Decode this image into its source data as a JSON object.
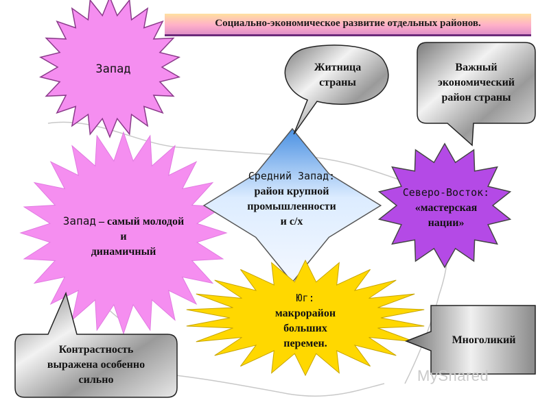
{
  "title": "Социально-экономическое развитие отдельных районов.",
  "colors": {
    "west_star": "#f58ef0",
    "midwest_star": "#9cc0f0",
    "northeast_star": "#b44ae6",
    "south_star": "#ffd800",
    "callout_grey": "#bdbdbd"
  },
  "nodes": {
    "west_title": "Запад",
    "west_desc_name": "Запад",
    "west_desc_line1": "– самый молодой",
    "west_desc_line2": "и",
    "west_desc_line3": "динамичный",
    "midwest_name": "Средний Запад:",
    "midwest_line1": "район крупной",
    "midwest_line2": "промышленности",
    "midwest_line3": "и с/х",
    "northeast_name": "Северо-Восток:",
    "northeast_line1": "«мастерская",
    "northeast_line2": "нации»",
    "south_name": "Юг:",
    "south_line1": "макрорайон",
    "south_line2": "больших",
    "south_line3": "перемен."
  },
  "callouts": {
    "granary_line1": "Житница",
    "granary_line2": "страны",
    "important_line1": "Важный",
    "important_line2": "экономический",
    "important_line3": "район страны",
    "contrast_line1": "Контрастность",
    "contrast_line2": "выражена особенно",
    "contrast_line3": "сильно",
    "multiface": "Многоликий"
  },
  "watermark": "MyShared"
}
